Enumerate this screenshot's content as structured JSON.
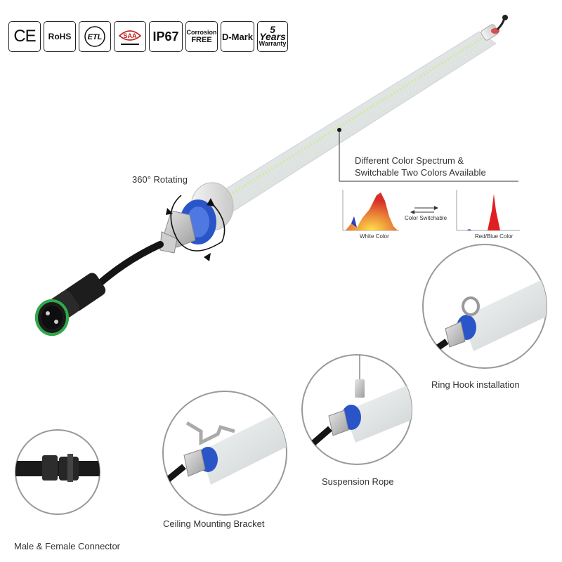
{
  "badges": {
    "ce": "CE",
    "rohs": "RoHS",
    "etl": "ETL",
    "saa": "SAA",
    "ip": "IP67",
    "corrosion_line1": "Corrosion",
    "corrosion_line2": "FREE",
    "dmark": "D-Mark",
    "warranty_years": "5 Years",
    "warranty_word": "Warranty"
  },
  "labels": {
    "rotating": "360° Rotating",
    "spectrum_line1": "Different Color Spectrum &",
    "spectrum_line2": "Switchable Two Colors Available",
    "color_switchable": "Color Switchable",
    "white_color": "White Color",
    "red_blue_color": "Red/Blue Color",
    "ring_hook": "Ring Hook installation",
    "suspension_rope": "Suspension Rope",
    "ceiling_bracket": "Ceiling Mounting Bracket",
    "connector": "Male & Female Connector"
  },
  "colors": {
    "accent_blue": "#2a55c8",
    "connector_green": "#2fa84a",
    "tube_light": "#e9ecec",
    "led_green": "#b9d98a"
  }
}
